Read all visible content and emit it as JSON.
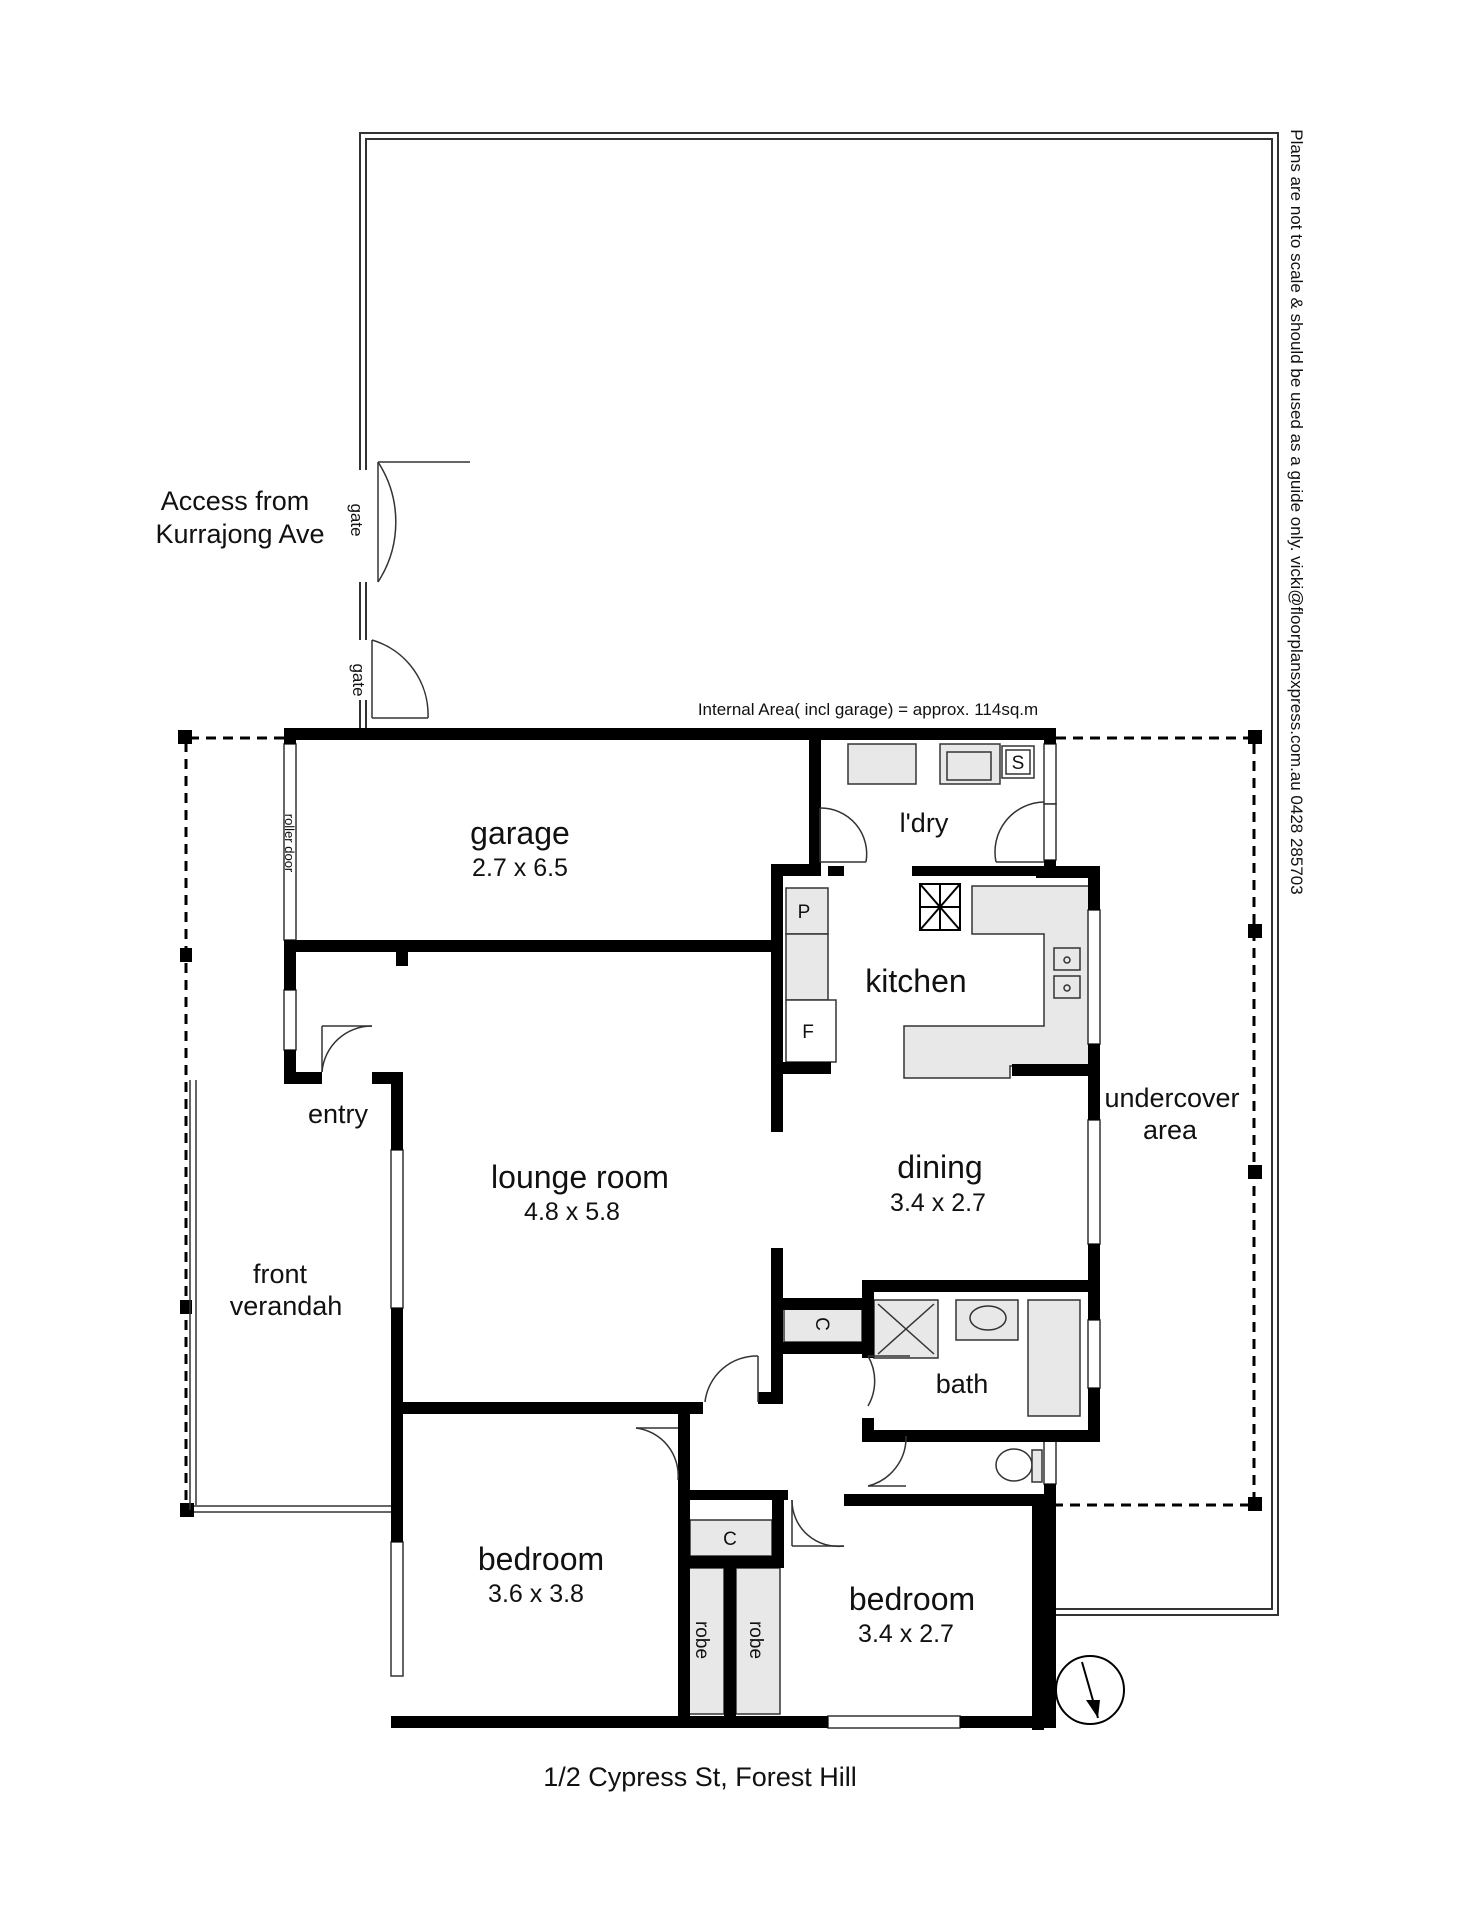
{
  "plan": {
    "address": "1/2 Cypress St, Forest Hill",
    "internal_area": "Internal Area( incl garage) = approx.  114sq.m",
    "disclaimer": "Plans are not to scale & should be used as a guide only.   vicki@floorplansxpress.com.au   0428 285703",
    "access_note": [
      "Access from",
      "Kurrajong Ave"
    ],
    "gate_label": "gate",
    "roller_door_label": "roller door",
    "rooms": {
      "garage": {
        "name": "garage",
        "size": "2.7 x 6.5"
      },
      "laundry": {
        "name": "l'dry"
      },
      "kitchen": {
        "name": "kitchen"
      },
      "lounge": {
        "name": "lounge room",
        "size": "4.8 x 5.8"
      },
      "dining": {
        "name": "dining",
        "size": "3.4 x 2.7"
      },
      "entry": {
        "name": "entry"
      },
      "front_verandah": {
        "name": [
          "front",
          "verandah"
        ]
      },
      "undercover": {
        "name": [
          "undercover",
          "area"
        ]
      },
      "bath": {
        "name": "bath"
      },
      "bedroom1": {
        "name": "bedroom",
        "size": "3.6 x 3.8"
      },
      "bedroom2": {
        "name": "bedroom",
        "size": "3.4 x 2.7"
      }
    },
    "fixtures": {
      "pantry": "P",
      "fridge": "F",
      "sink": "S",
      "cupboard": "C",
      "robe": "robe"
    },
    "colors": {
      "wall": "#000000",
      "fixture_fill": "#e8e8e8",
      "line": "#333333"
    }
  }
}
